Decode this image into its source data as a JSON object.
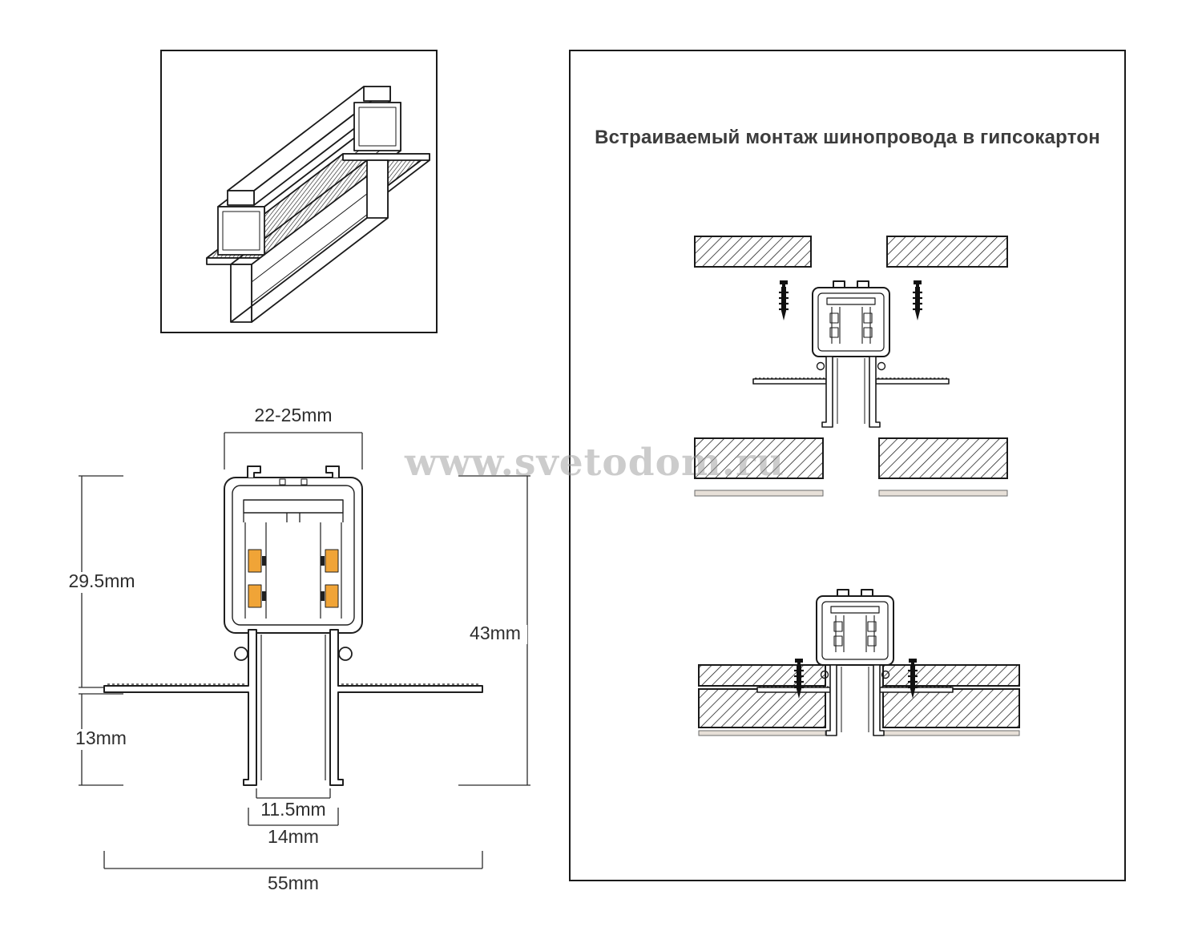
{
  "watermark": {
    "text": "www.svetodom.ru"
  },
  "installation_panel": {
    "title": "Встраиваемый монтаж шинопровода в гипсокартон"
  },
  "cross_section": {
    "dims": {
      "top_opening": "22-25mm",
      "upper_height": "29.5mm",
      "total_height": "43mm",
      "lower_height": "13mm",
      "inner_bottom_width": "11.5mm",
      "outer_bottom_width": "14mm",
      "overall_width": "55mm"
    }
  },
  "colors": {
    "line": "#1a1a1a",
    "contact_orange": "#f0a437",
    "watermark_gray": "#9a9a9a"
  }
}
